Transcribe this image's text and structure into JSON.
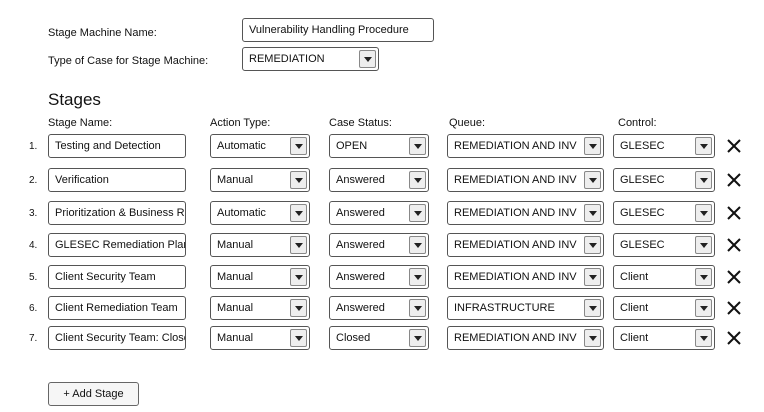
{
  "header": {
    "name_label": "Stage Machine Name:",
    "name_value": "Vulnerability Handling Procedure",
    "case_type_label": "Type of Case for Stage Machine:",
    "case_type_value": "REMEDIATION"
  },
  "stages": {
    "heading": "Stages",
    "columns": {
      "stage_name": "Stage Name:",
      "action_type": "Action Type:",
      "case_status": "Case Status:",
      "queue": "Queue:",
      "control": "Control:"
    },
    "rows": [
      {
        "num": "1.",
        "name": "Testing and Detection",
        "action": "Automatic",
        "status": "OPEN",
        "queue": "REMEDIATION AND INVESTIGATION",
        "control": "GLESEC"
      },
      {
        "num": "2.",
        "name": "Verification",
        "action": "Manual",
        "status": "Answered",
        "queue": "REMEDIATION AND INVESTIGATION",
        "control": "GLESEC"
      },
      {
        "num": "3.",
        "name": "Prioritization & Business Re",
        "action": "Automatic",
        "status": "Answered",
        "queue": "REMEDIATION AND INVESTIGATION",
        "control": "GLESEC"
      },
      {
        "num": "4.",
        "name": "GLESEC Remediation Plan",
        "action": "Manual",
        "status": "Answered",
        "queue": "REMEDIATION AND INVESTIGATION",
        "control": "GLESEC"
      },
      {
        "num": "5.",
        "name": "Client Security Team",
        "action": "Manual",
        "status": "Answered",
        "queue": "REMEDIATION AND INVESTIGATION",
        "control": "Client"
      },
      {
        "num": "6.",
        "name": "Client Remediation Team",
        "action": "Manual",
        "status": "Answered",
        "queue": "INFRASTRUCTURE",
        "control": "Client"
      },
      {
        "num": "7.",
        "name": "Client Security Team: Close",
        "action": "Manual",
        "status": "Closed",
        "queue": "REMEDIATION AND INVESTIGATION",
        "control": "Client"
      }
    ],
    "add_button": "+ Add Stage"
  },
  "icons": {
    "dropdown": "chevron-down-icon",
    "delete": "close-icon"
  }
}
